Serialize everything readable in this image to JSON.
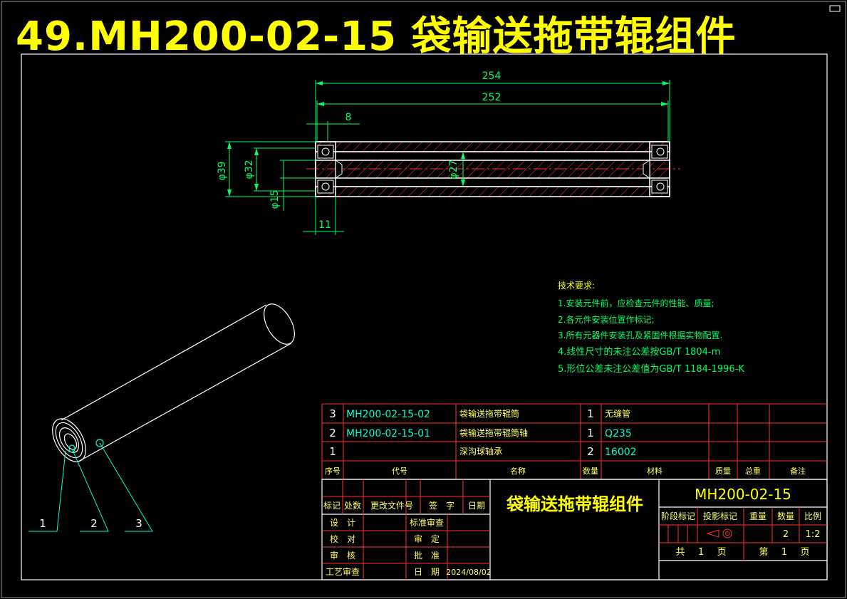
{
  "header": {
    "title": "49.MH200-02-15 袋输送拖带辊组件"
  },
  "dimensions": {
    "overall_length": "254",
    "body_length": "252",
    "end_offset": "8",
    "end_width": "11",
    "dia_outer": "φ39",
    "dia_32": "φ32",
    "dia_15": "φ15",
    "dia_27": "φ27"
  },
  "technical_requirements": {
    "heading": "技术要求:",
    "items": [
      "1.安装元件前，应检查元件的性能、质量;",
      "2.各元件安装位置作标记;",
      "3.所有元器件安装孔及紧固件根据实物配置.",
      "4.线性尺寸的未注公差按GB/T 1804-m",
      "5.形位公差未注公差值为GB/T 1184-1996-K"
    ]
  },
  "balloons": [
    "1",
    "2",
    "3"
  ],
  "bom": {
    "headers": [
      "序号",
      "代号",
      "名称",
      "数量",
      "材料",
      "质量",
      "总重",
      "备注"
    ],
    "rows": [
      {
        "no": "3",
        "code": "MH200-02-15-02",
        "name": "袋输送拖带辊筒",
        "qty": "1",
        "material": "无缝管"
      },
      {
        "no": "2",
        "code": "MH200-02-15-01",
        "name": "袋输送拖带辊筒轴",
        "qty": "1",
        "material": "Q235"
      },
      {
        "no": "1",
        "code": "",
        "name": "深沟球轴承",
        "qty": "2",
        "material": "16002"
      }
    ]
  },
  "title_block": {
    "change_headers": [
      "标记",
      "处数",
      "更改文件号",
      "签　字",
      "日期"
    ],
    "signoffs": [
      {
        "left": "设　计",
        "right": "标准审查"
      },
      {
        "left": "校　对",
        "right": "审　定"
      },
      {
        "left": "审　核",
        "right": "批　准"
      },
      {
        "left": "工艺审查",
        "right": "日　期"
      }
    ],
    "date": "2024/08/02",
    "part_name": "袋输送拖带辊组件",
    "drawing_code": "MH200-02-15",
    "meta_headers": [
      "阶段标记",
      "投影标记",
      "重量",
      "数量",
      "比例"
    ],
    "quantity": "2",
    "scale": "1:2",
    "total_label": "共",
    "total_pages": "1",
    "page_label": "第",
    "page_no": "1",
    "page_unit": "页"
  }
}
